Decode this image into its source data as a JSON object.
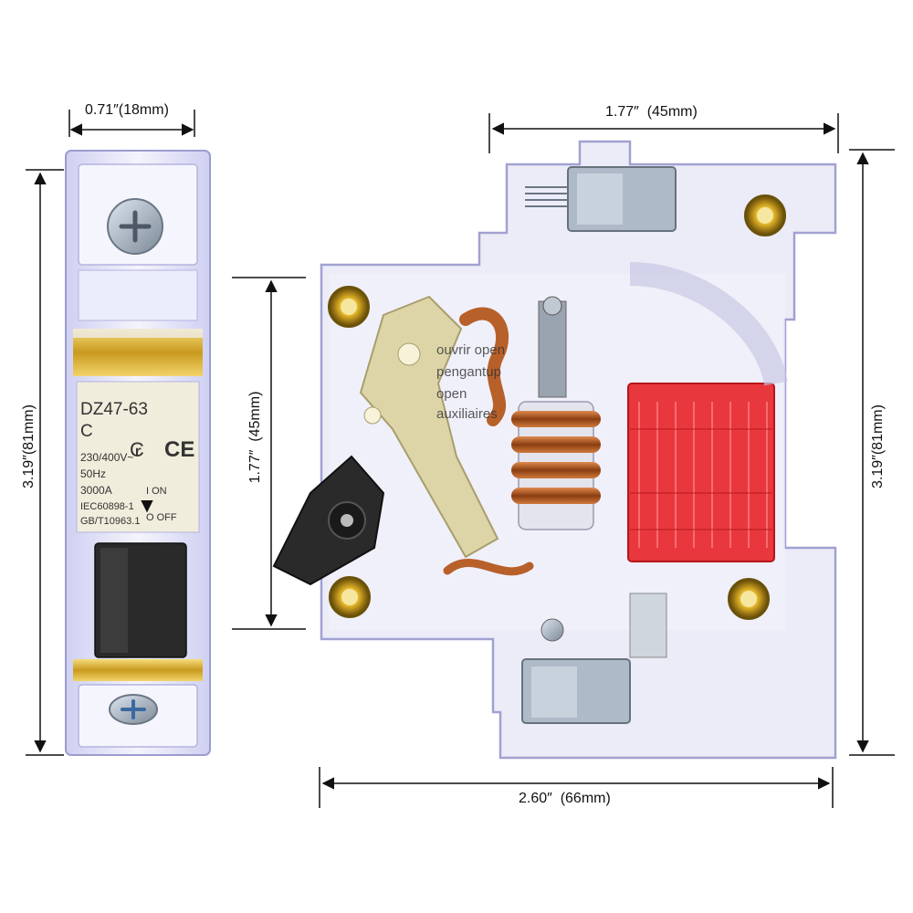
{
  "dimensions": {
    "front_width": "0.71″(18mm)",
    "front_height": "3.19″(81mm)",
    "side_top_width": "1.77″  (45mm)",
    "side_inner_height": "1.77″  (45mm)",
    "side_height": "3.19″(81mm)",
    "side_bottom_width": "2.60″  (66mm)"
  },
  "front_label": {
    "model": "DZ47-63",
    "curve": "C",
    "rating_1": "230/400V~",
    "rating_2": "50Hz",
    "rating_3": "3000A",
    "standard_1": "IEC60898-1",
    "standard_2": "GB/T10963.1",
    "switch_on": "I  ON",
    "switch_off": "O OFF"
  },
  "colors": {
    "housing": "#e8e8f6",
    "housing_edge": "#9c9ccf",
    "brass": "#d8b23c",
    "arc_chute": "#e8383d",
    "coil": "#b8602a",
    "handle": "#2a2a2a",
    "lever": "#ddd5a8"
  }
}
